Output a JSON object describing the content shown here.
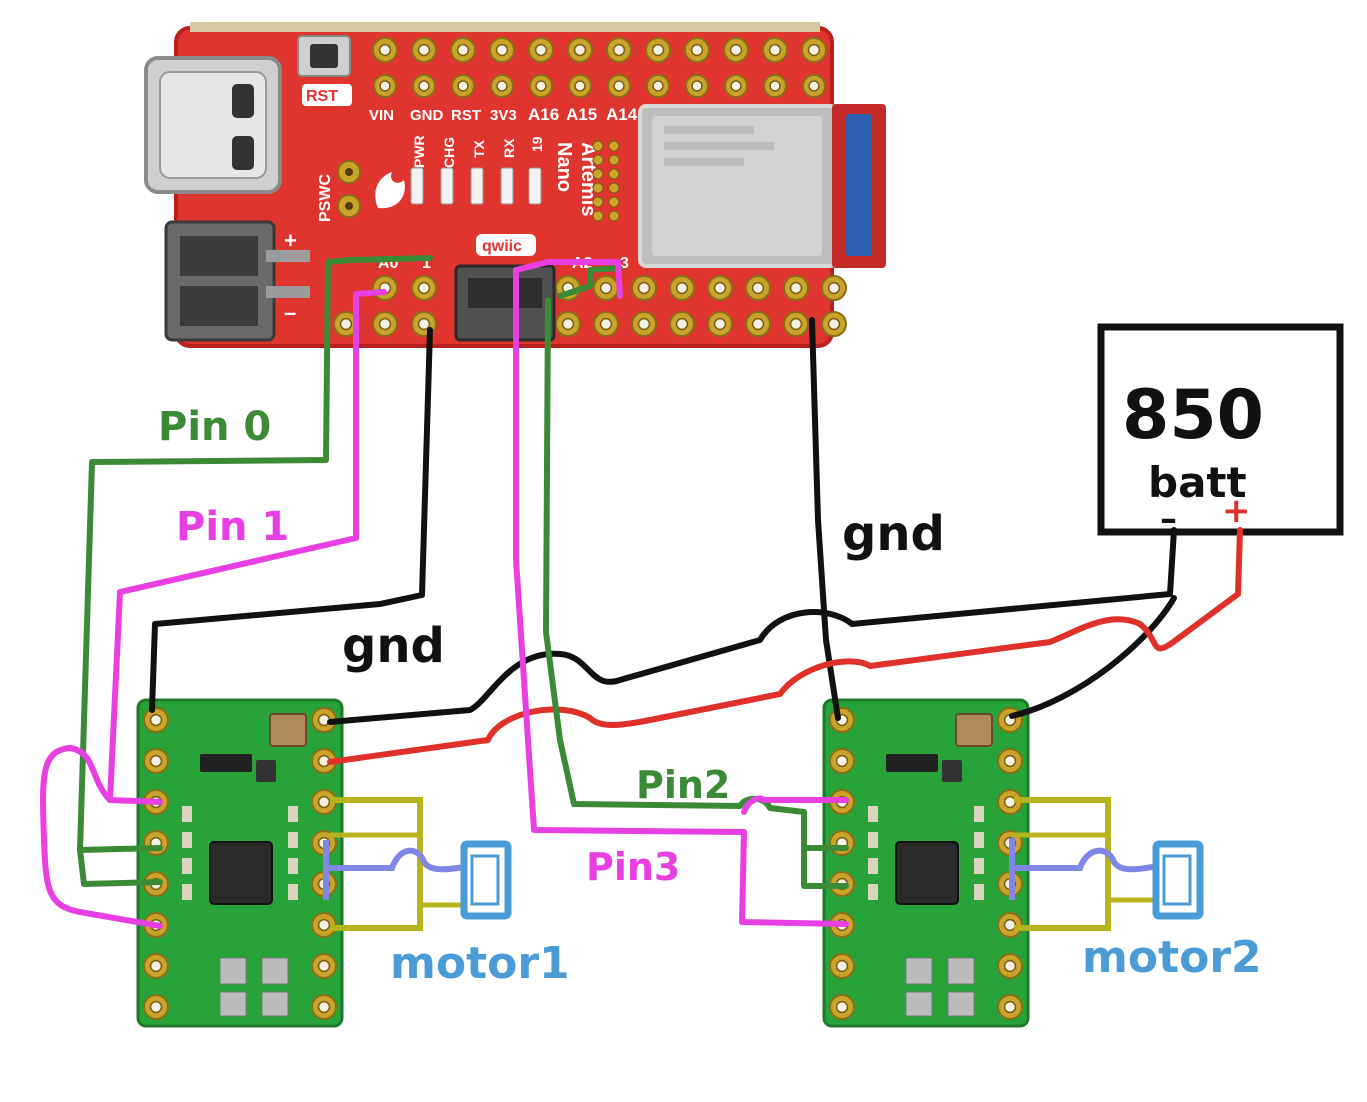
{
  "colors": {
    "board_red": "#e0342f",
    "board_edge": "#b8201d",
    "gold": "#c9a32a",
    "driver_green": "#28a33a",
    "wire_green": "#3b8a35",
    "wire_magenta": "#e83fe3",
    "wire_black": "#111111",
    "wire_red": "#e0302a",
    "motor_blue": "#4a9bd6",
    "motor_lavender": "#7f86e6",
    "motor_olive": "#b8b41e"
  },
  "board": {
    "rst_label": "RST",
    "pin_labels": [
      "VIN",
      "GND",
      "RST",
      "3V3",
      "A16",
      "A15",
      "A14"
    ],
    "led_labels": [
      "PWR",
      "CHG",
      "TX",
      "RX",
      "19"
    ],
    "name_line1": "Artemis",
    "name_line2": "Nano",
    "pswc_label": "PSWC",
    "qwiic_label": "qwiic",
    "plus_label": "+",
    "minus_label": "–",
    "lower_labels": [
      "A0",
      "1",
      "A2",
      "3"
    ]
  },
  "battery": {
    "capacity": "850",
    "name": "batt",
    "minus": "–",
    "plus": "+"
  },
  "annotations": {
    "pin0": "Pin 0",
    "pin1": "Pin 1",
    "pin2": "Pin2",
    "pin3": "Pin3",
    "gnd_left": "gnd",
    "gnd_right": "gnd",
    "motor1": "motor1",
    "motor2": "motor2"
  }
}
